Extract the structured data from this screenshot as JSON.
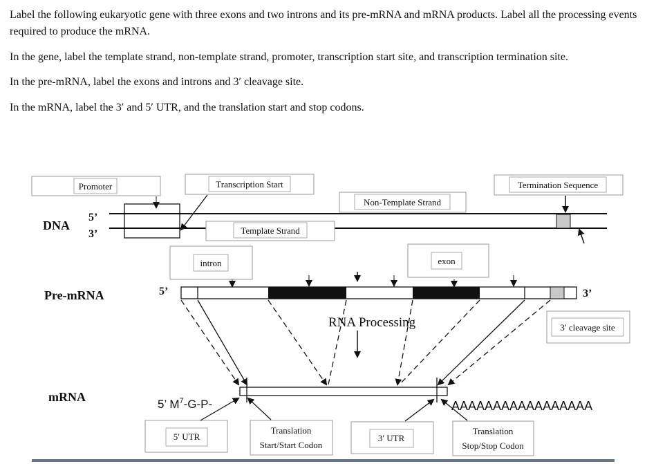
{
  "instructions": {
    "p1": "Label the following eukaryotic gene with three exons and two introns and its pre-mRNA and mRNA products. Label all the processing events required to produce the mRNA.",
    "p2": "In the gene, label the template strand, non-template strand, promoter, transcription start site, and transcription termination site.",
    "p3": "In the pre-mRNA, label the exons and introns and 3′ cleavage site.",
    "p4": "In the mRNA, label the 3′ and 5′ UTR, and the translation start and stop codons."
  },
  "rows": {
    "dna": "DNA",
    "pre_mrna": "Pre-mRNA",
    "mrna": "mRNA"
  },
  "ends": {
    "dna_top": "5’",
    "dna_bottom": "3’",
    "pre_5": "5’",
    "pre_3": "3’"
  },
  "labels": {
    "promoter": "Promoter",
    "transcription_start": "Transcription Start",
    "non_template_strand": "Non-Template Strand",
    "termination_sequence": "Termination Sequence",
    "template_strand": "Template Strand",
    "intron": "intron",
    "exon": "exon",
    "cleavage_site": "3′ cleavage site",
    "utr5": "5′ UTR",
    "translation_start_l1": "Translation",
    "translation_start_l2": "Start/Start Codon",
    "utr3": "3′ UTR",
    "translation_stop_l1": "Translation",
    "translation_stop_l2": "Stop/Stop Codon"
  },
  "diagram": {
    "rna_processing": "RNA Processing",
    "cap": "5’ M7-G-P-",
    "cap_prefix": "5’ M",
    "cap_superscript": "7",
    "cap_suffix": "-G-P-",
    "poly_a": "AAAAAAAAAAAAAAAAA"
  }
}
